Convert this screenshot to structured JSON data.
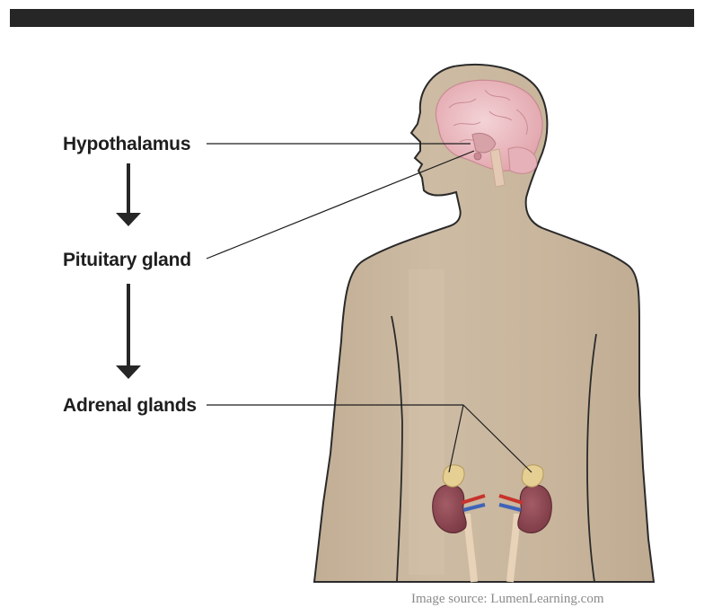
{
  "labels": {
    "hypothalamus": "Hypothalamus",
    "pituitary": "Pituitary gland",
    "adrenal": "Adrenal glands"
  },
  "source": "Image source: LumenLearning.com",
  "colors": {
    "banner": "#262626",
    "skin": "#c8b59c",
    "outline": "#2a2a2a",
    "brain": "#eab7bd",
    "kidney": "#8c4a55",
    "adrenal": "#e6cf93",
    "artery": "#c8332b",
    "vein": "#3f63b8"
  }
}
